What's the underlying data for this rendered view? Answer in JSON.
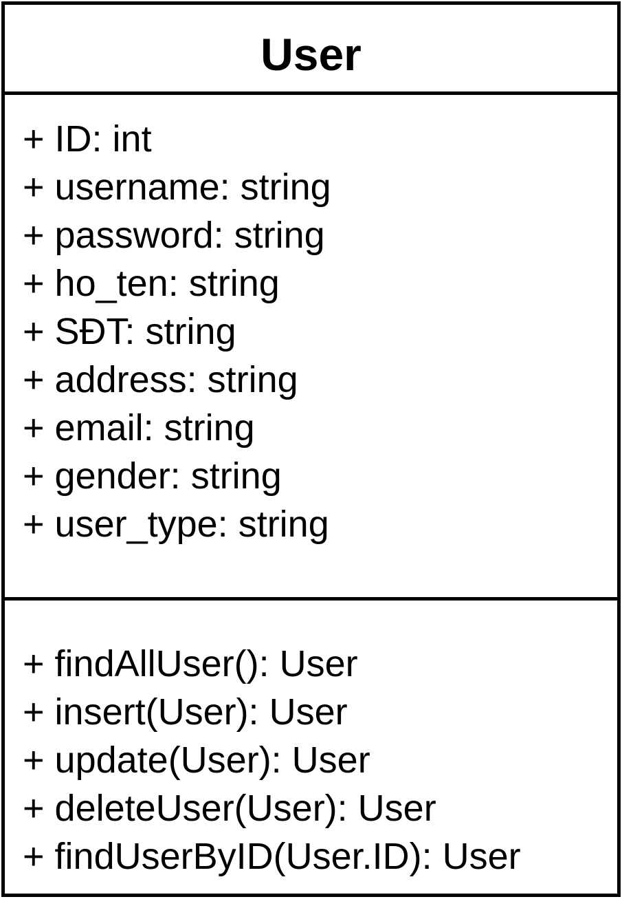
{
  "class": {
    "name": "User",
    "attributes": [
      "+ ID: int",
      "+ username: string",
      "+ password: string",
      "+ ho_ten: string",
      "+ SĐT: string",
      "+ address: string",
      "+ email: string",
      "+ gender: string",
      "+ user_type: string"
    ],
    "methods": [
      "+ findAllUser(): User",
      "+ insert(User): User",
      "+ update(User): User",
      "+ deleteUser(User): User",
      "+ findUserByID(User.ID): User"
    ]
  }
}
